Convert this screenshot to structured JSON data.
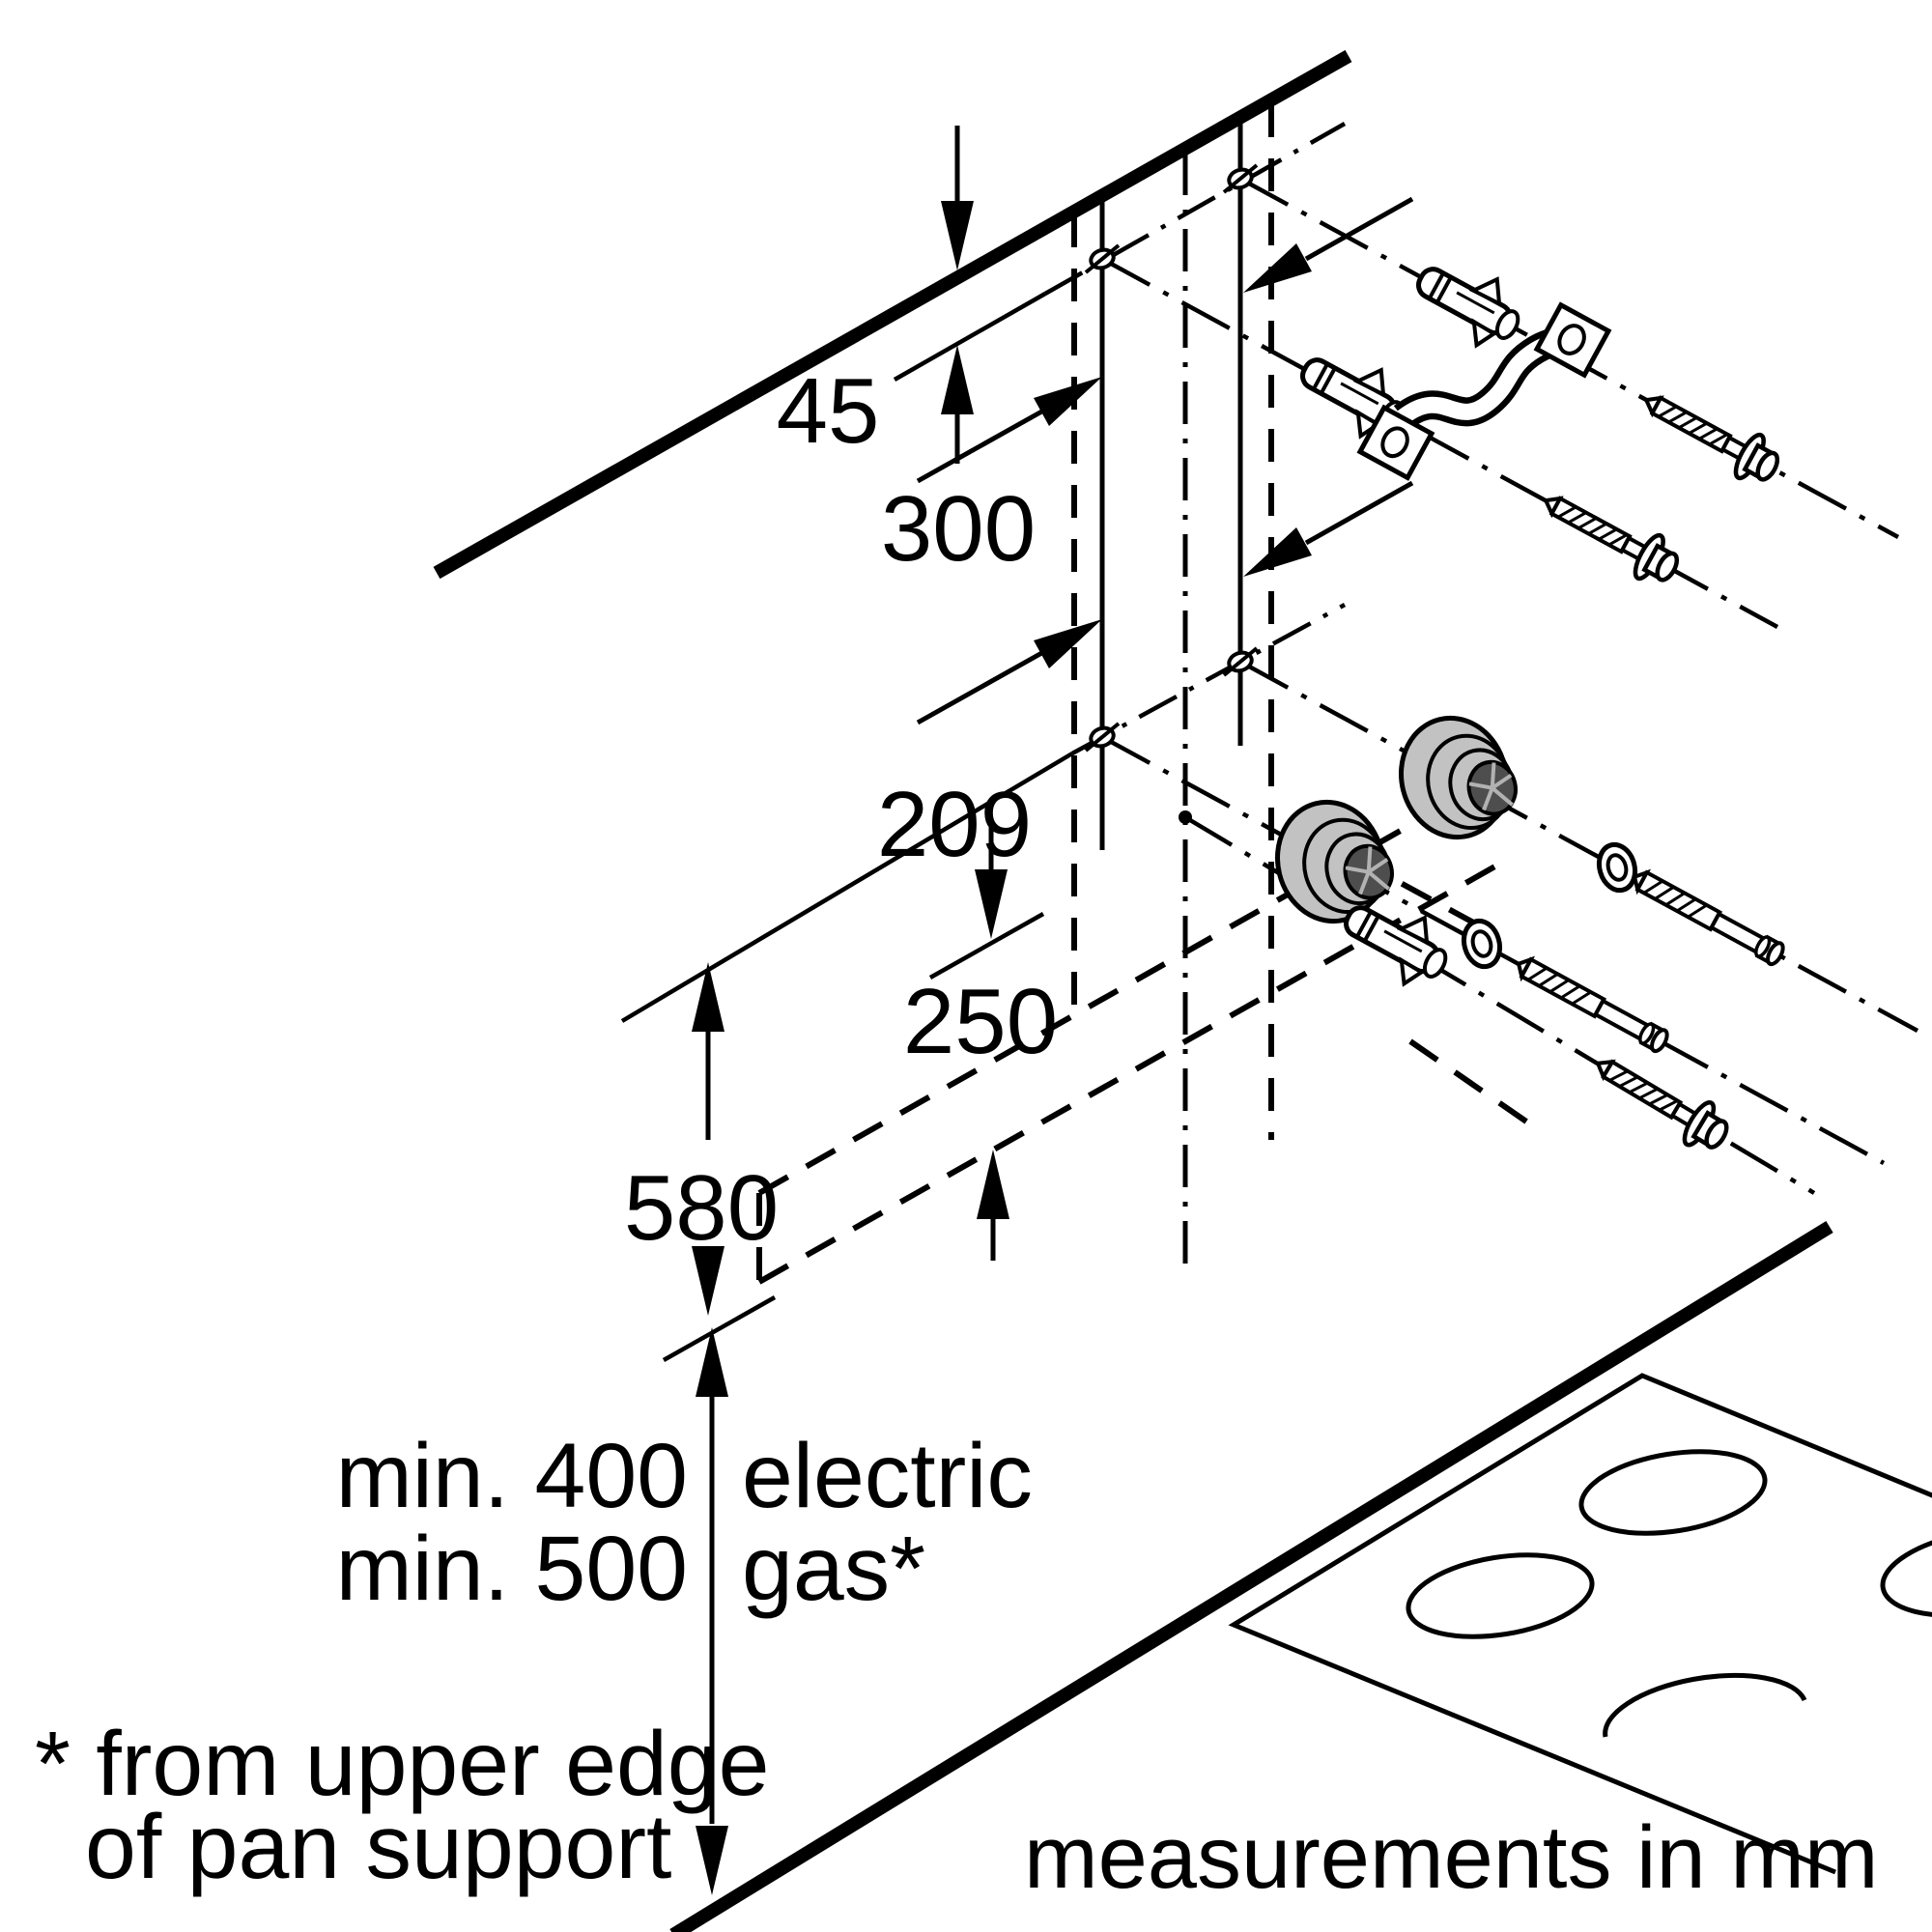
{
  "labels": {
    "dim_45": "45",
    "dim_300": "300",
    "dim_209": "209",
    "dim_250": "250",
    "dim_580": "580",
    "clearance_electric_value": "min. 400",
    "clearance_electric_word": "electric",
    "clearance_gas_value": "min. 500",
    "clearance_gas_word": "gas*",
    "footnote_line1": "* from upper edge",
    "footnote_line2": "of pan support",
    "units_note": "measurements in mm"
  },
  "colors": {
    "line": "#000000",
    "background": "#ffffff",
    "spacer_body": "#c2c2c2",
    "spacer_hub": "#4e4e4e",
    "spacer_spoke": "#b2b2b2"
  }
}
